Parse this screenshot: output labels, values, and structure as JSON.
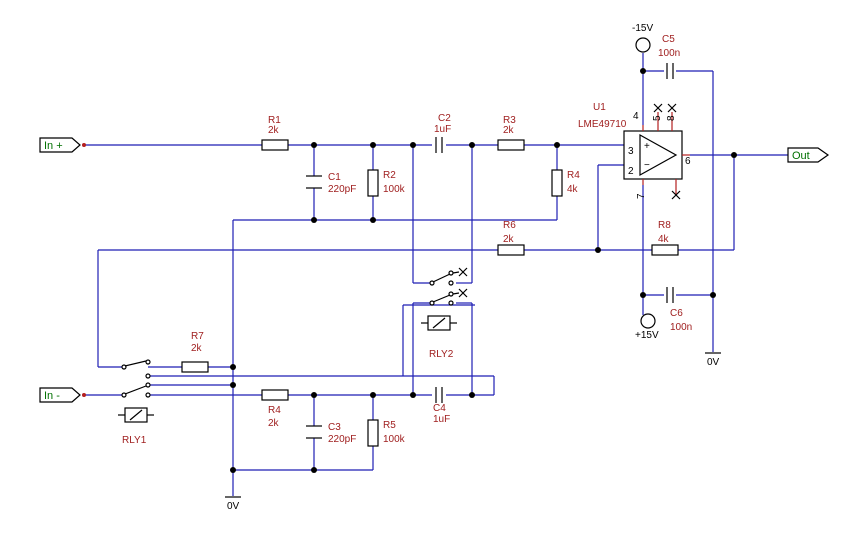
{
  "ports": {
    "in_plus": "In +",
    "in_minus": "In -",
    "out": "Out"
  },
  "supplies": {
    "neg": "-15V",
    "pos": "+15V",
    "gnd_right": "0V",
    "gnd_left": "0V"
  },
  "opamp": {
    "ref": "U1",
    "part": "LME49710",
    "pin4": "4",
    "pin5": "5",
    "pin8": "8",
    "pin3": "3",
    "pin2": "2",
    "pin6": "6",
    "pin7": "7",
    "plus": "+",
    "minus": "−"
  },
  "components": {
    "R1": {
      "ref": "R1",
      "value": "2k"
    },
    "C1": {
      "ref": "C1",
      "value": "220pF"
    },
    "R2": {
      "ref": "R2",
      "value": "100k"
    },
    "C2": {
      "ref": "C2",
      "value": "1uF"
    },
    "R3": {
      "ref": "R3",
      "value": "2k"
    },
    "R4a": {
      "ref": "R4",
      "value": "4k"
    },
    "R6": {
      "ref": "R6",
      "value": "2k"
    },
    "R8": {
      "ref": "R8",
      "value": "4k"
    },
    "C5": {
      "ref": "C5",
      "value": "100n"
    },
    "C6": {
      "ref": "C6",
      "value": "100n"
    },
    "R7": {
      "ref": "R7",
      "value": "2k"
    },
    "R4b": {
      "ref": "R4",
      "value": "2k"
    },
    "C3": {
      "ref": "C3",
      "value": "220pF"
    },
    "R5": {
      "ref": "R5",
      "value": "100k"
    },
    "C4": {
      "ref": "C4",
      "value": "1uF"
    },
    "RLY1": {
      "ref": "RLY1"
    },
    "RLY2": {
      "ref": "RLY2"
    }
  }
}
